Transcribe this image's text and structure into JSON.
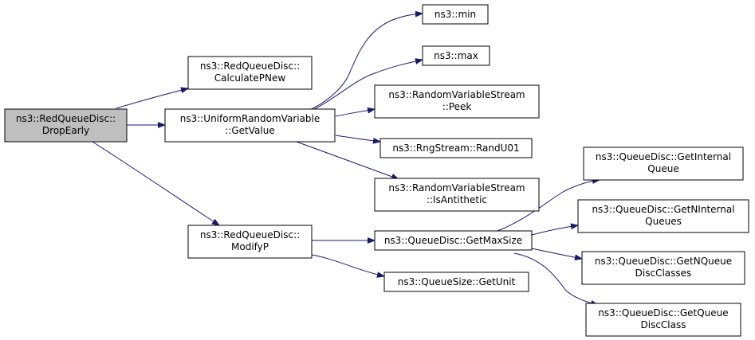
{
  "colors": {
    "edge": "#191970",
    "node_border": "#000000",
    "node_fill": "#ffffff",
    "root_fill": "#bfbfbf"
  },
  "nodes": [
    {
      "id": "drop-early",
      "lines": [
        "ns3::RedQueueDisc::",
        "DropEarly"
      ]
    },
    {
      "id": "calculate-pnew",
      "lines": [
        "ns3::RedQueueDisc::",
        "CalculatePNew"
      ]
    },
    {
      "id": "uniform-getvalue",
      "lines": [
        "ns3::UniformRandomVariable",
        "::GetValue"
      ]
    },
    {
      "id": "modify-p",
      "lines": [
        "ns3::RedQueueDisc::",
        "ModifyP"
      ]
    },
    {
      "id": "min",
      "lines": [
        "ns3::min"
      ]
    },
    {
      "id": "max",
      "lines": [
        "ns3::max"
      ]
    },
    {
      "id": "peek",
      "lines": [
        "ns3::RandomVariableStream",
        "::Peek"
      ]
    },
    {
      "id": "randu01",
      "lines": [
        "ns3::RngStream::RandU01"
      ]
    },
    {
      "id": "is-antithetic",
      "lines": [
        "ns3::RandomVariableStream",
        "::IsAntithetic"
      ]
    },
    {
      "id": "get-max-size",
      "lines": [
        "ns3::QueueDisc::GetMaxSize"
      ]
    },
    {
      "id": "get-unit",
      "lines": [
        "ns3::QueueSize::GetUnit"
      ]
    },
    {
      "id": "get-internal-queue",
      "lines": [
        "ns3::QueueDisc::GetInternal",
        "Queue"
      ]
    },
    {
      "id": "get-n-internal-queues",
      "lines": [
        "ns3::QueueDisc::GetNInternal",
        "Queues"
      ]
    },
    {
      "id": "get-n-queue-disc-classes",
      "lines": [
        "ns3::QueueDisc::GetNQueue",
        "DiscClasses"
      ]
    },
    {
      "id": "get-queue-disc-class",
      "lines": [
        "ns3::QueueDisc::GetQueue",
        "DiscClass"
      ]
    }
  ]
}
